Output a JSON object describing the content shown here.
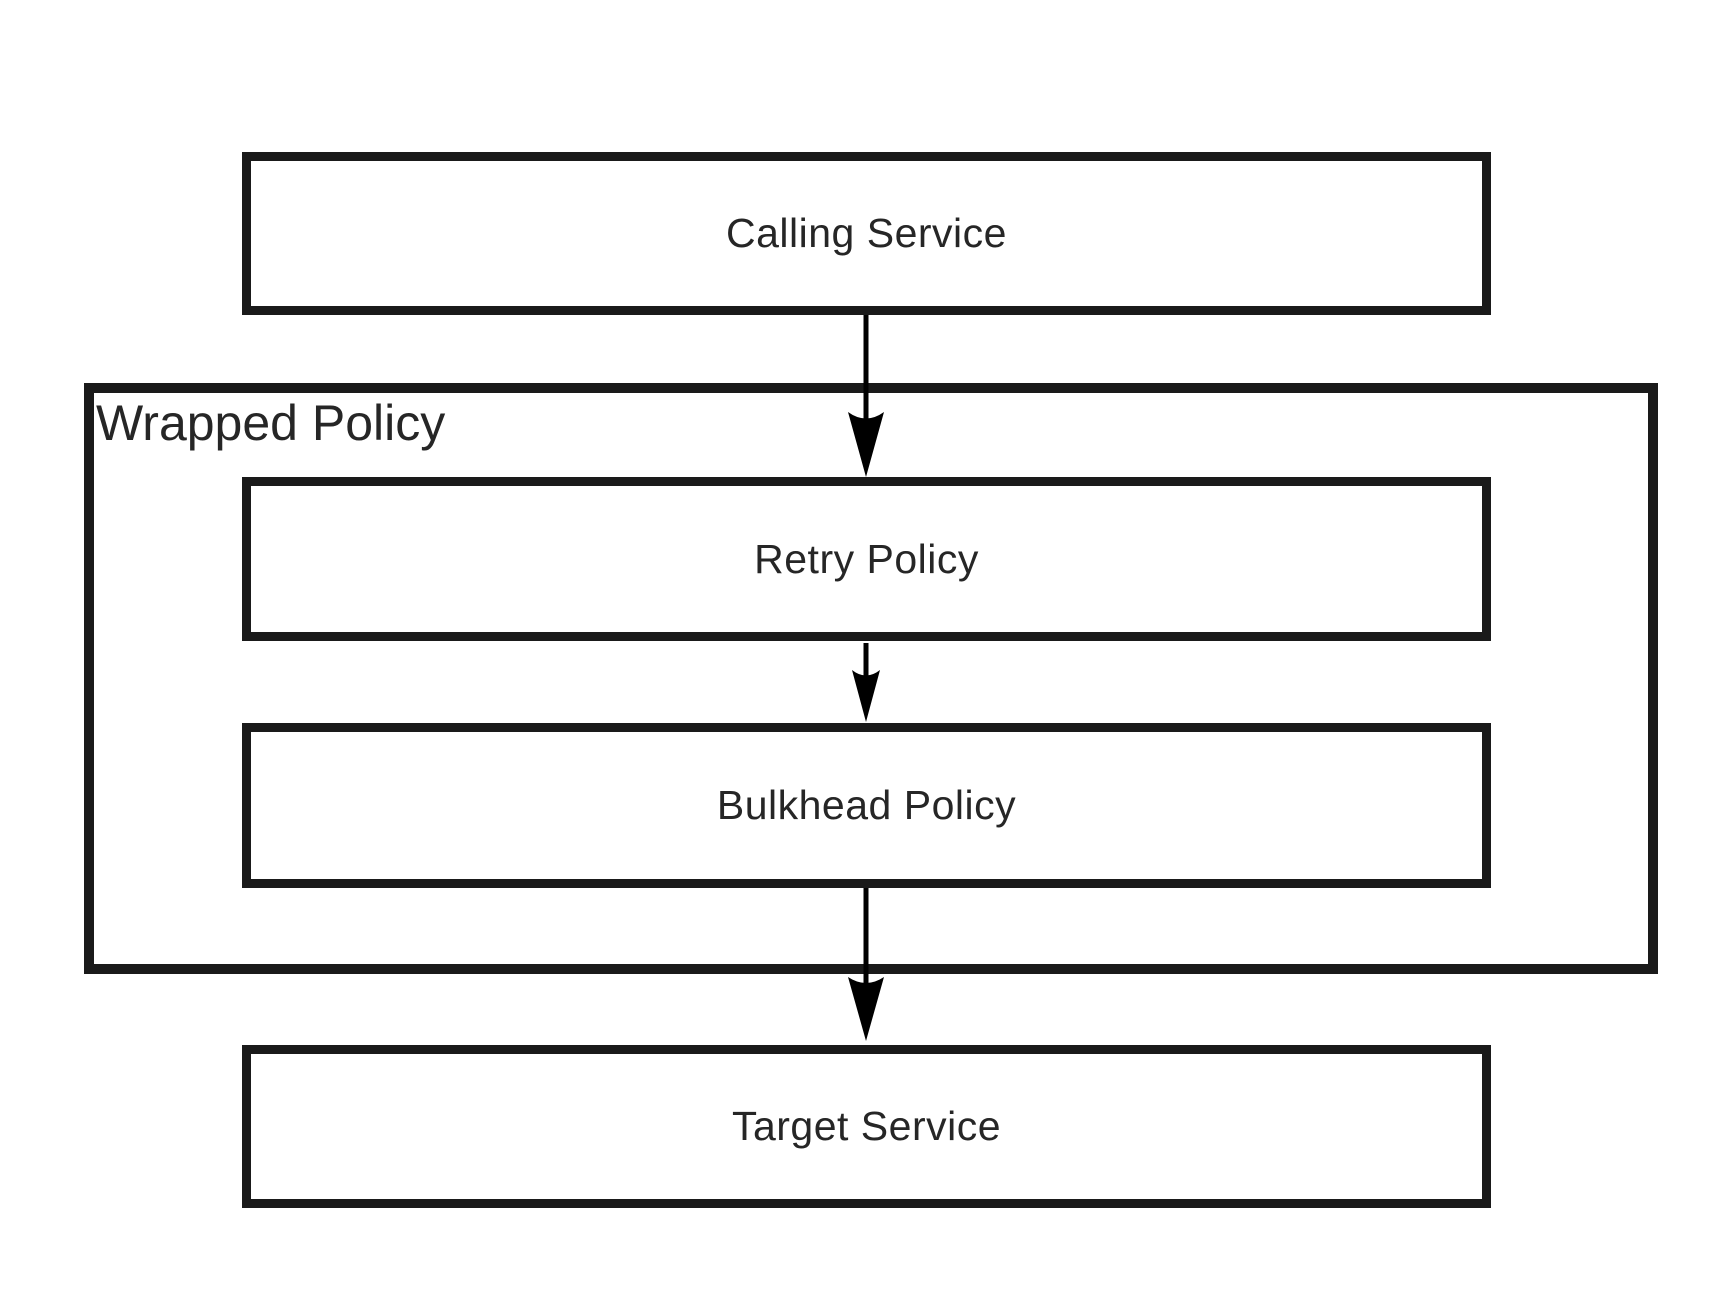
{
  "diagram": {
    "nodes": {
      "calling": {
        "label": "Calling Service"
      },
      "wrapped": {
        "label": "Wrapped Policy"
      },
      "retry": {
        "label": "Retry Policy"
      },
      "bulkhead": {
        "label": "Bulkhead Policy"
      },
      "target": {
        "label": "Target Service"
      }
    },
    "edges": [
      {
        "from": "Calling Service",
        "to": "Retry Policy"
      },
      {
        "from": "Retry Policy",
        "to": "Bulkhead Policy"
      },
      {
        "from": "Bulkhead Policy",
        "to": "Target Service"
      }
    ],
    "colors": {
      "background": "#ffffff",
      "border": "#1a1a1a",
      "text": "#262626",
      "arrow": "#000000"
    }
  }
}
